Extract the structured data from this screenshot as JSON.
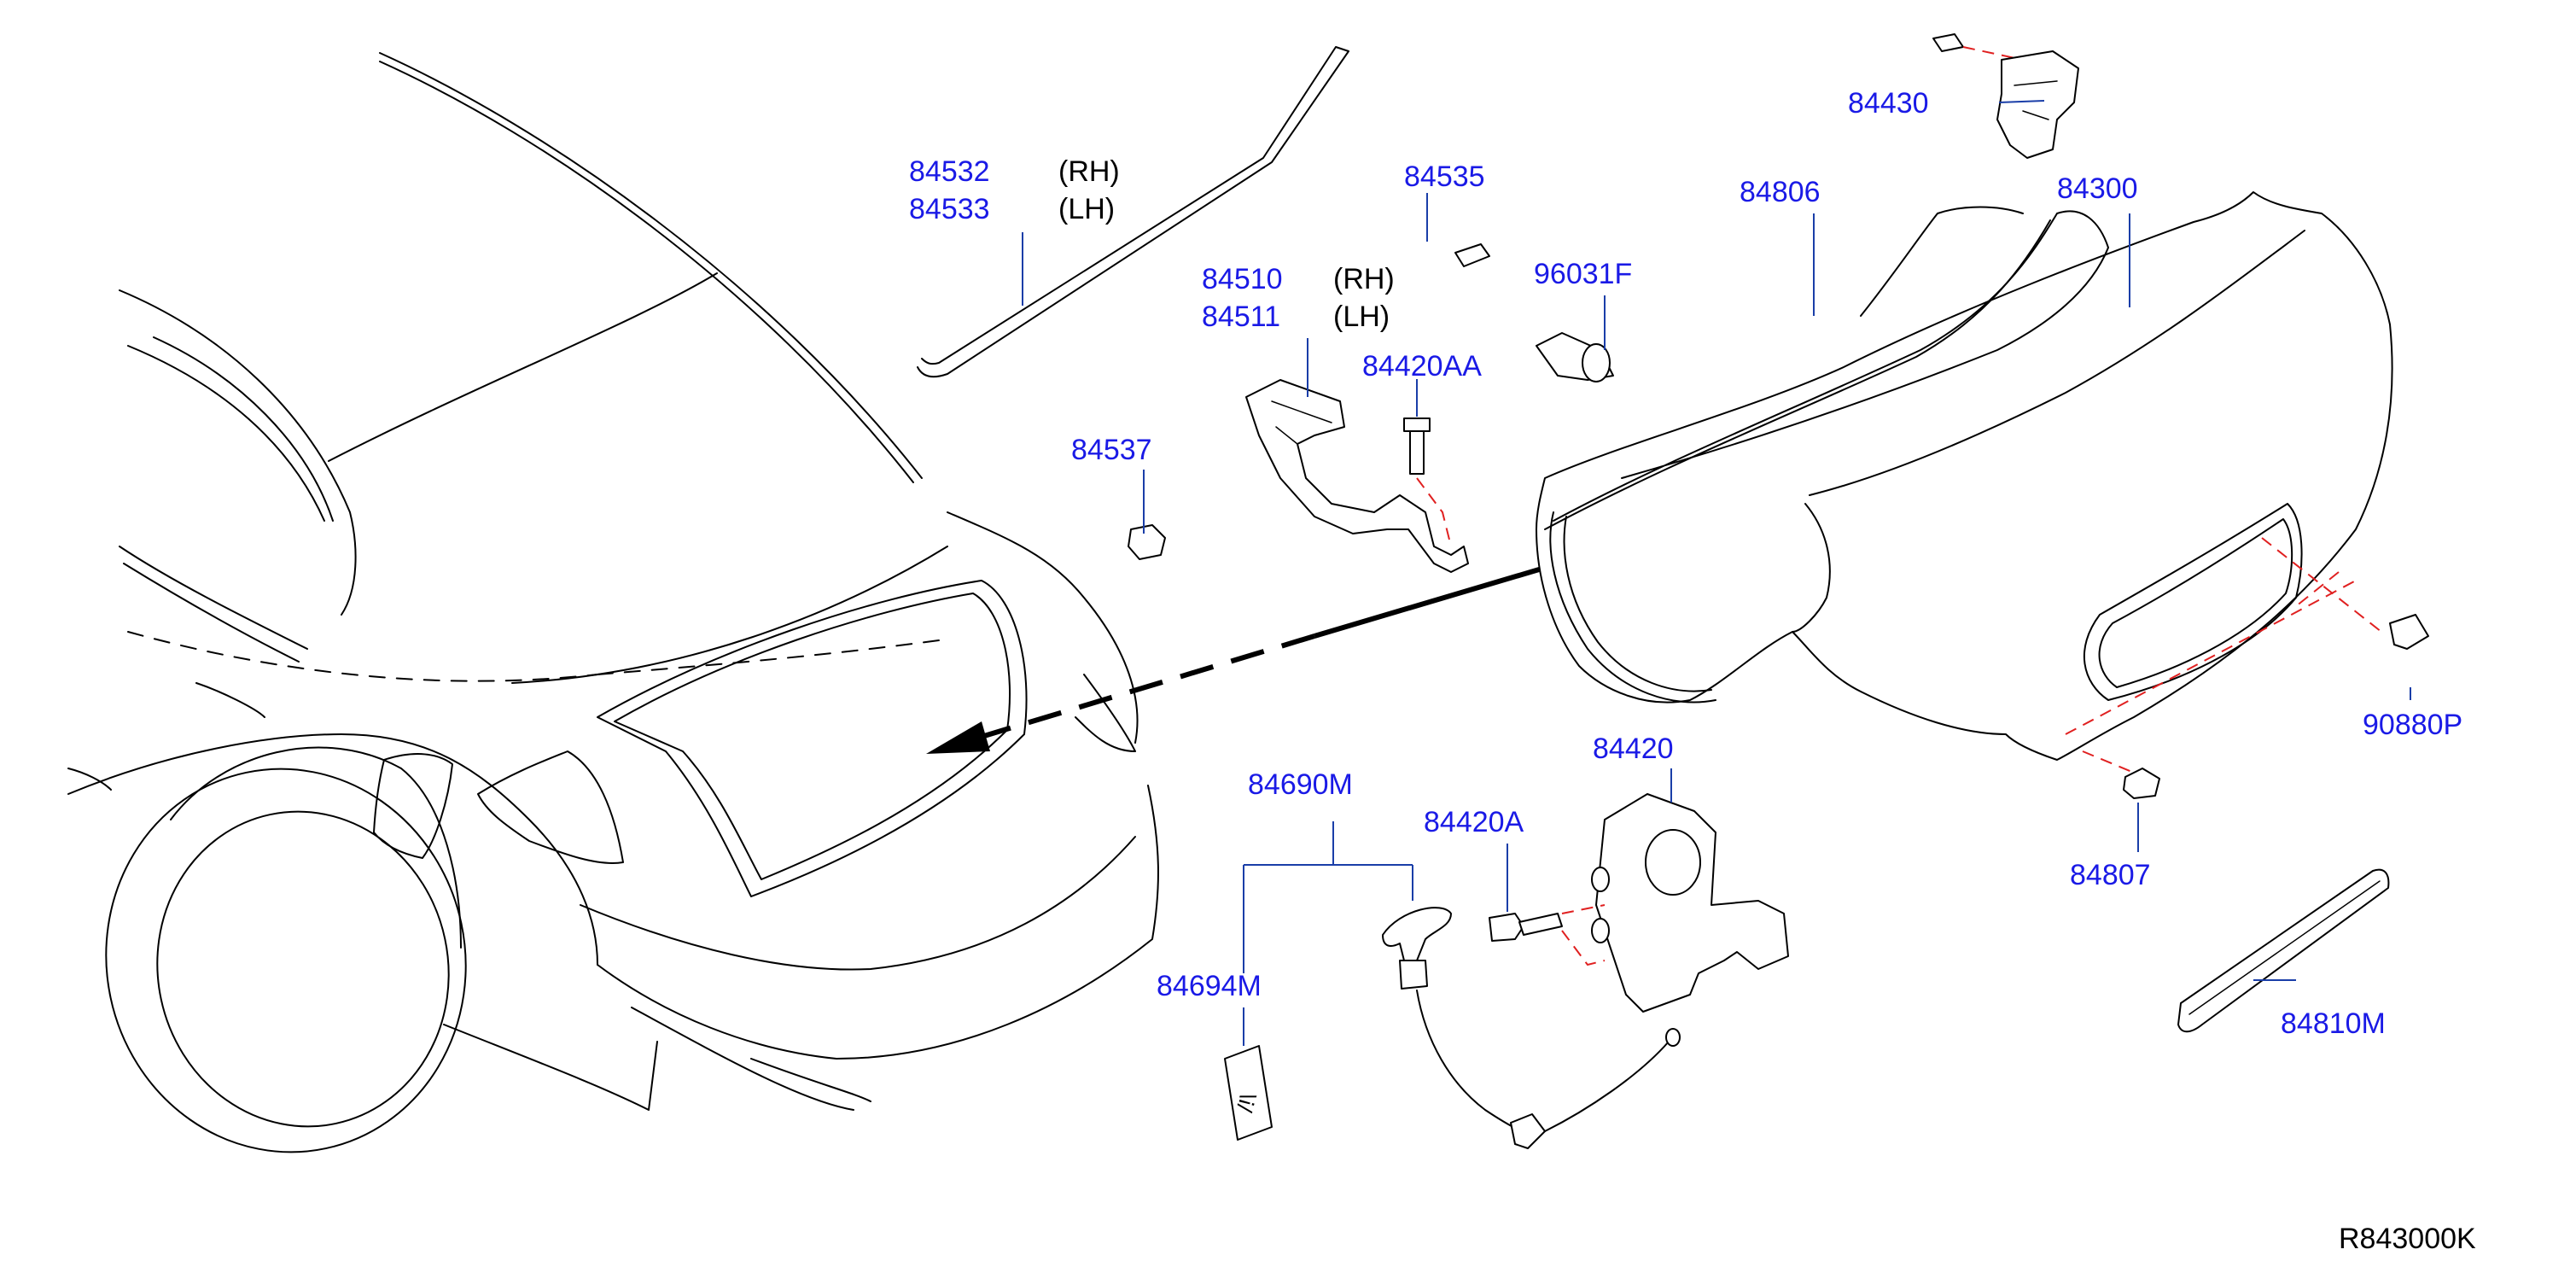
{
  "colors": {
    "part_number": "#1a1ae6",
    "leader_line": "#1a3ea8",
    "assembly_dash": "#e02020",
    "line_art": "#000000",
    "background": "#ffffff"
  },
  "parts": {
    "p84532": "84532",
    "p84533": "84533",
    "rh1": "(RH)",
    "lh1": "(LH)",
    "p84535": "84535",
    "p84510": "84510",
    "p84511": "84511",
    "rh2": "(RH)",
    "lh2": "(LH)",
    "p96031F": "96031F",
    "p84420AA": "84420AA",
    "p84537": "84537",
    "p84430": "84430",
    "p84806": "84806",
    "p84300": "84300",
    "p90880P": "90880P",
    "p84807": "84807",
    "p84420": "84420",
    "p84690M": "84690M",
    "p84420A": "84420A",
    "p84694M": "84694M",
    "p84810M": "84810M"
  },
  "reference_code": "R843000K"
}
